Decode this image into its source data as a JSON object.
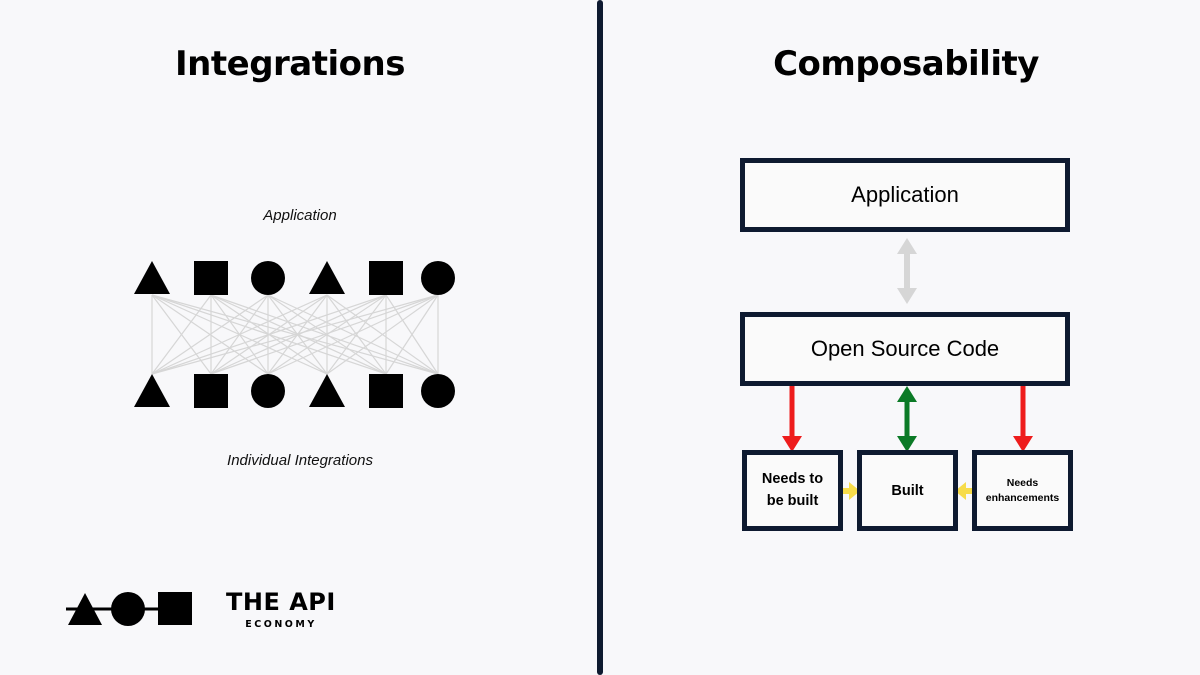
{
  "left_panel": {
    "title": "Integrations",
    "top_label": "Application",
    "bottom_label": "Individual Integrations",
    "top_shapes": [
      "triangle",
      "square",
      "circle",
      "triangle",
      "square",
      "circle"
    ],
    "bottom_shapes": [
      "triangle",
      "square",
      "circle",
      "triangle",
      "square",
      "circle"
    ],
    "connection_color": "#d6d6d6"
  },
  "right_panel": {
    "title": "Composability",
    "application_box": "Application",
    "open_source_box": "Open Source Code",
    "needs_to_be_built_box": "Needs to be built",
    "built_box": "Built",
    "needs_enhancements_box": "Needs enhancements",
    "colors": {
      "box_border": "#0e1a30",
      "gray_arrow": "#d6d6d6",
      "red_arrow": "#ee1c1c",
      "green_arrow": "#0b7a26",
      "yellow_arrow": "#f7dc4a"
    }
  },
  "brand": {
    "name": "THE API",
    "subtitle": "ECONOMY",
    "logo_icon": "triangle-circle-square-logo"
  },
  "divider_color": "#0e1a30"
}
